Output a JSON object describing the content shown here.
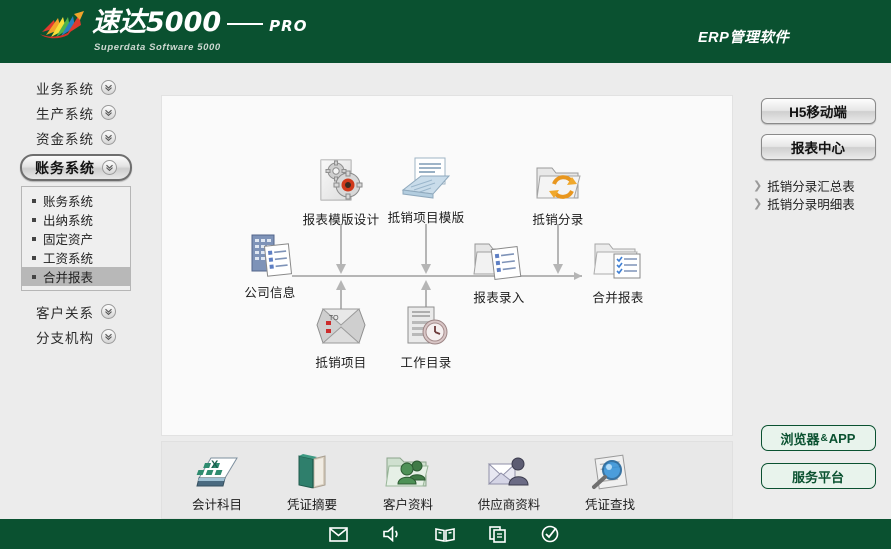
{
  "header": {
    "logo_main": "速达5000",
    "logo_pro": "PRO",
    "logo_sub": "Superdata Software 5000",
    "title": "ERP管理软件",
    "bg_color": "#0a5130"
  },
  "sidebar": {
    "groups": [
      {
        "label": "业务系统",
        "icon": "chevron-down-circle-icon",
        "active": false
      },
      {
        "label": "生产系统",
        "icon": "chevron-down-circle-icon",
        "active": false
      },
      {
        "label": "资金系统",
        "icon": "chevron-down-circle-icon",
        "active": false
      },
      {
        "label": "账务系统",
        "icon": "chevron-down-circle-icon",
        "active": true
      },
      {
        "label": "客户关系",
        "icon": "chevron-down-circle-icon",
        "active": false
      },
      {
        "label": "分支机构",
        "icon": "chevron-down-circle-icon",
        "active": false
      }
    ],
    "submenu": [
      {
        "label": "账务系统",
        "selected": false
      },
      {
        "label": "出纳系统",
        "selected": false
      },
      {
        "label": "固定资产",
        "selected": false
      },
      {
        "label": "工资系统",
        "selected": false
      },
      {
        "label": "合并报表",
        "selected": true
      }
    ]
  },
  "flow": {
    "nodes": [
      {
        "label": "报表模版设计",
        "icon": "gear-document-icon"
      },
      {
        "label": "抵销项目模版",
        "icon": "paper-stack-icon"
      },
      {
        "label": "抵销分录",
        "icon": "folder-sync-icon"
      },
      {
        "label": "公司信息",
        "icon": "building-list-icon"
      },
      {
        "label": "报表录入",
        "icon": "folder-checklist-icon"
      },
      {
        "label": "合并报表",
        "icon": "folder-report-icon"
      },
      {
        "label": "抵销项目",
        "icon": "envelope-items-icon"
      },
      {
        "label": "工作目录",
        "icon": "document-clock-icon"
      }
    ]
  },
  "toolbar": {
    "items": [
      {
        "label": "会计科目",
        "icon": "spreadsheet-icon"
      },
      {
        "label": "凭证摘要",
        "icon": "green-book-icon"
      },
      {
        "label": "客户资料",
        "icon": "customers-folder-icon"
      },
      {
        "label": "供应商资料",
        "icon": "supplier-person-icon"
      },
      {
        "label": "凭证查找",
        "icon": "magnifier-document-icon"
      }
    ]
  },
  "right_panel": {
    "buttons": [
      {
        "label": "H5移动端",
        "style": "gray"
      },
      {
        "label": "报表中心",
        "style": "gray"
      }
    ],
    "links": [
      {
        "label": "抵销分录汇总表",
        "icon": "chevron-right-icon"
      },
      {
        "label": "抵销分录明细表",
        "icon": "chevron-right-icon"
      }
    ],
    "green_buttons": [
      {
        "label_pre": "浏览器",
        "amp": "&",
        "label_post": "APP",
        "style": "green"
      },
      {
        "label_pre": "服务平台",
        "amp": "",
        "label_post": "",
        "style": "green"
      }
    ],
    "green_color": "#0a5130"
  },
  "statusbar": {
    "icons": [
      {
        "name": "mail-icon"
      },
      {
        "name": "sound-icon"
      },
      {
        "name": "book-icon"
      },
      {
        "name": "copy-icon"
      },
      {
        "name": "check-circle-icon"
      }
    ],
    "bg_color": "#0a5130"
  }
}
